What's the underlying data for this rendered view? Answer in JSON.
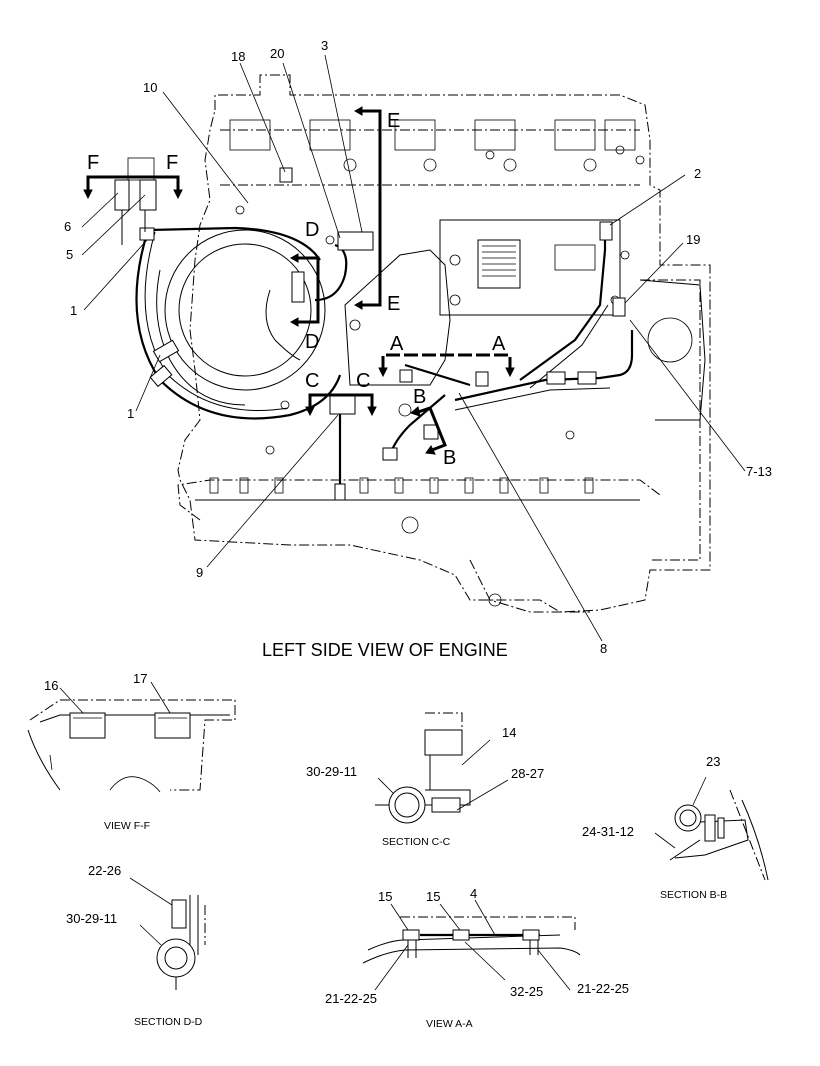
{
  "diagram": {
    "main_title": "LEFT SIDE VIEW OF ENGINE",
    "callouts": {
      "c2": "2",
      "c3": "3",
      "c10": "10",
      "c18": "18",
      "c20": "20",
      "c6": "6",
      "c5": "5",
      "c1a": "1",
      "c1b": "1",
      "c19": "19",
      "c7_13": "7-13",
      "c9": "9",
      "c8": "8",
      "c16": "16",
      "c17": "17",
      "c14": "14",
      "c30_29_11a": "30-29-11",
      "c28_27": "28-27",
      "c23": "23",
      "c24_31_12": "24-31-12",
      "c22_26": "22-26",
      "c30_29_11b": "30-29-11",
      "c15a": "15",
      "c15b": "15",
      "c4": "4",
      "c21_22_25a": "21-22-25",
      "c32_25": "32-25",
      "c21_22_25b": "21-22-25"
    },
    "section_marks": {
      "F1": "F",
      "F2": "F",
      "E1": "E",
      "E2": "E",
      "D1": "D",
      "D2": "D",
      "C1": "C",
      "C2": "C",
      "A1": "A",
      "A2": "A",
      "B1": "B",
      "B2": "B"
    },
    "captions": {
      "view_ff": "VIEW F-F",
      "section_cc": "SECTION C-C",
      "section_bb": "SECTION B-B",
      "section_dd": "SECTION D-D",
      "view_aa": "VIEW A-A"
    }
  }
}
